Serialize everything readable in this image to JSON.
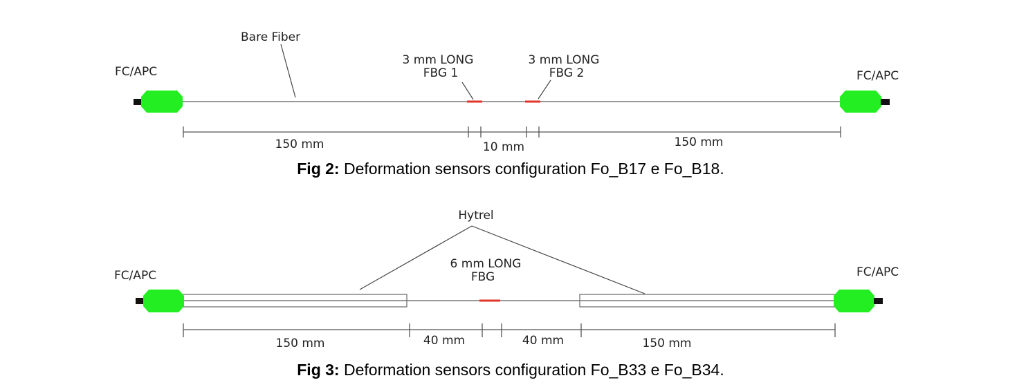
{
  "colors": {
    "connector": "#22ee22",
    "fbg": "#e0352a",
    "fiber": "#777777"
  },
  "fig2": {
    "left_connector": "FC/APC",
    "right_connector": "FC/APC",
    "bare_fiber": "Bare Fiber",
    "fbg1_line1": "3 mm LONG",
    "fbg1_line2": "FBG 1",
    "fbg2_line1": "3 mm LONG",
    "fbg2_line2": "FBG 2",
    "dim_left": "150 mm",
    "dim_middle": "10 mm",
    "dim_right": "150 mm",
    "caption_bold": "Fig 2:",
    "caption_text": " Deformation sensors configuration Fo_B17 e Fo_B18."
  },
  "fig3": {
    "left_connector": "FC/APC",
    "right_connector": "FC/APC",
    "sleeve_label": "Hytrel",
    "fbg_line1": "6 mm LONG",
    "fbg_line2": "FBG",
    "dim_left": "150 mm",
    "dim_mid_left": "40 mm",
    "dim_mid_right": "40 mm",
    "dim_right": "150 mm",
    "caption_bold": "Fig 3:",
    "caption_text": " Deformation sensors configuration Fo_B33 e Fo_B34."
  }
}
